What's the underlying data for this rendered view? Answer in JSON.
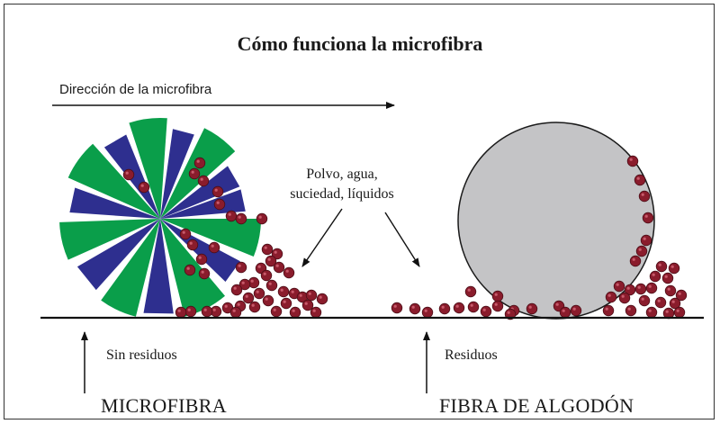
{
  "diagram": {
    "title": "Cómo funciona la microfibra",
    "direction_label": "Dirección de la microfibra",
    "annotation_line1": "Polvo, agua,",
    "annotation_line2": "suciedad, líquidos",
    "left_caption": "Sin residuos",
    "right_caption": "Residuos",
    "left_heading": "MICROFIBRA",
    "right_heading": "FIBRA DE ALGODÓN"
  },
  "colors": {
    "green": "#0a9e4a",
    "blue": "#2e2f8f",
    "particle": "#8a1c2c",
    "particle_stroke": "#4a0d16",
    "cotton_fill": "#c4c4c6",
    "line": "#111111"
  }
}
